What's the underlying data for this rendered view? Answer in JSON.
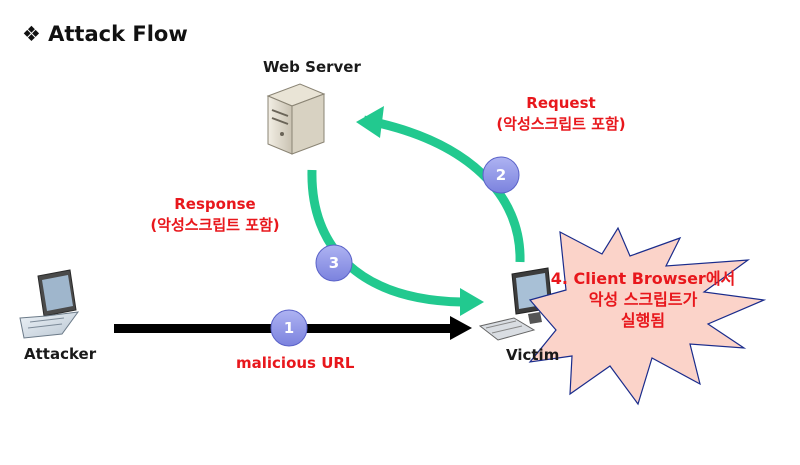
{
  "title": "❖ Attack Flow",
  "nodes": {
    "web_server": "Web Server",
    "attacker": "Attacker",
    "victim": "Victim"
  },
  "edges": {
    "request_line1": "Request",
    "request_line2": "(악성스크립트 포함)",
    "response_line1": "Response",
    "response_line2": "(악성스크립트 포함)",
    "malicious_url": "malicious URL"
  },
  "steps": {
    "one": "1",
    "two": "2",
    "three": "3"
  },
  "burst": {
    "line1": "4. Client Browser에서",
    "line2": "악성 스크립트가",
    "line3": "실행됨"
  },
  "colors": {
    "flow_arrow": "#22c98f",
    "url_arrow": "#000000",
    "step_circle": "#8c92e6",
    "label_red": "#e8171c",
    "burst_fill": "#fbd3c9",
    "burst_stroke": "#1a2c8c"
  },
  "icons": [
    "server-icon",
    "laptop-icon",
    "desktop-computer-icon"
  ]
}
